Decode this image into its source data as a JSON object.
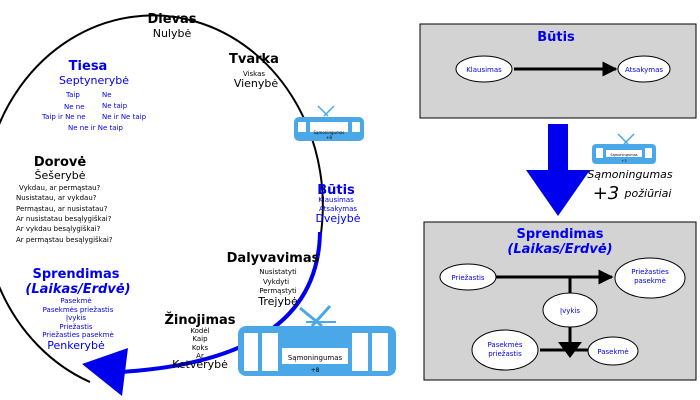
{
  "colors": {
    "blue": "#0000ee",
    "tram": "#4aa8e8",
    "box": "#d3d3d3"
  },
  "dievas": {
    "title": "Dievas",
    "sub": "Nulybė"
  },
  "tiesa": {
    "title": "Tiesa",
    "sub": "Septynerybė",
    "lines": [
      "Taip",
      "Ne",
      "Ne ne",
      "Ne taip",
      "Taip ir Ne ne",
      "Ne ir Ne taip",
      "Ne ne ir Ne taip"
    ]
  },
  "tvarka": {
    "title": "Tvarka",
    "small": "Viskas",
    "sub": "Vienybė"
  },
  "dorove": {
    "title": "Dorovė",
    "sub": "Šešerybė",
    "lines": [
      "Vykdau, ar permąstau?",
      "Nusistatau, ar vykdau?",
      "Permąstau, ar nusistatau?",
      "Ar nusistatau besąlygiškai?",
      "Ar vykdau besąlygiškai?",
      "Ar permąstau besąlygiškai?"
    ]
  },
  "butis_left": {
    "title": "Būtis",
    "lines": [
      "Klausimas",
      "Atsakymas"
    ],
    "sub": "Dvejybė"
  },
  "sprendimas_left": {
    "title": "Sprendimas",
    "subtitle": "(Laikas/Erdvė)",
    "lines": [
      "Pasekmė",
      "Pasekmės priežastis",
      "Įvykis",
      "Priežastis",
      "Priežasties pasekmė"
    ],
    "sub": "Penkerybė"
  },
  "dalyvavimas": {
    "title": "Dalyvavimas",
    "lines": [
      "Nusistatyti",
      "Vykdyti",
      "Permąstyti"
    ],
    "sub": "Trejybė"
  },
  "zinojimas": {
    "title": "Žinojimas",
    "lines": [
      "Kodėl",
      "Kaip",
      "Koks",
      "Ar"
    ],
    "sub": "Ketverybė"
  },
  "tram_big": {
    "label": "Sąmoningumas",
    "num": "+8"
  },
  "tram_small": {
    "label": "Sąmoningumas",
    "num": "+8"
  },
  "tram_right": {
    "label": "Sąmoningumas",
    "num": "+3"
  },
  "right_caption": {
    "label": "Sąmoningumas",
    "num": "+3",
    "word": "požiūriai"
  },
  "butis_box": {
    "title": "Būtis",
    "left_node": "Klausimas",
    "right_node": "Atsakymas"
  },
  "sprendimas_box": {
    "title": "Sprendimas",
    "subtitle": "(Laikas/Erdvė)",
    "nodes": {
      "priezastis": "Priežastis",
      "priezasties_pasekme": "Priežasties pasekmė",
      "ivykis": "Įvykis",
      "pasekmes_priezastis": "Pasekmės priežastis",
      "pasekme": "Pasekmė"
    }
  }
}
